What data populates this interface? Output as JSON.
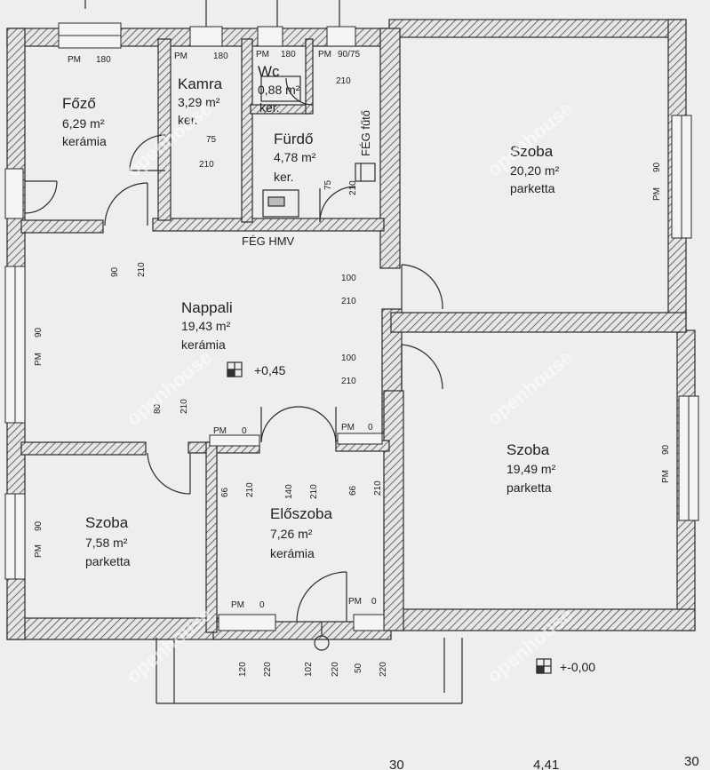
{
  "rooms": {
    "fozo": {
      "name": "Főző",
      "area": "6,29 m²",
      "floor": "kerámia"
    },
    "kamra": {
      "name": "Kamra",
      "area": "3,29 m²",
      "floor": "ker."
    },
    "wc": {
      "name": "Wc",
      "area": "0,88 m²",
      "floor": "ker."
    },
    "furdo": {
      "name": "Fürdő",
      "area": "4,78 m²",
      "floor": "ker."
    },
    "szoba1": {
      "name": "Szoba",
      "area": "20,20 m²",
      "floor": "parketta"
    },
    "nappali": {
      "name": "Nappali",
      "area": "19,43 m²",
      "floor": "kerámia"
    },
    "szoba2": {
      "name": "Szoba",
      "area": "19,49 m²",
      "floor": "parketta"
    },
    "szoba3": {
      "name": "Szoba",
      "area": "7,58 m²",
      "floor": "parketta"
    },
    "eloszoba": {
      "name": "Előszoba",
      "area": "7,26 m²",
      "floor": "kerámia"
    }
  },
  "annotations": {
    "feg_futo": "FÉG fűtő",
    "feg_hmv": "FÉG HMV",
    "level_inner": "+0,45",
    "level_outer": "+-0,00"
  },
  "dimensions": {
    "pm": "PM",
    "d180": "180",
    "d90": "90",
    "d0": "0",
    "d75": "75",
    "d210": "210",
    "d100": "100",
    "d140": "140",
    "d120": "120",
    "d220": "220",
    "d102": "102",
    "d50": "50",
    "d80": "80",
    "d66": "66",
    "d90_75": "90/75"
  },
  "bottom_marks": {
    "a": "30",
    "b": "4,41",
    "c": "30"
  },
  "watermark": {
    "text": "openhouse"
  },
  "colors": {
    "paper": "#eceef0",
    "ink": "#2a2a2a",
    "hatch": "#555555"
  }
}
